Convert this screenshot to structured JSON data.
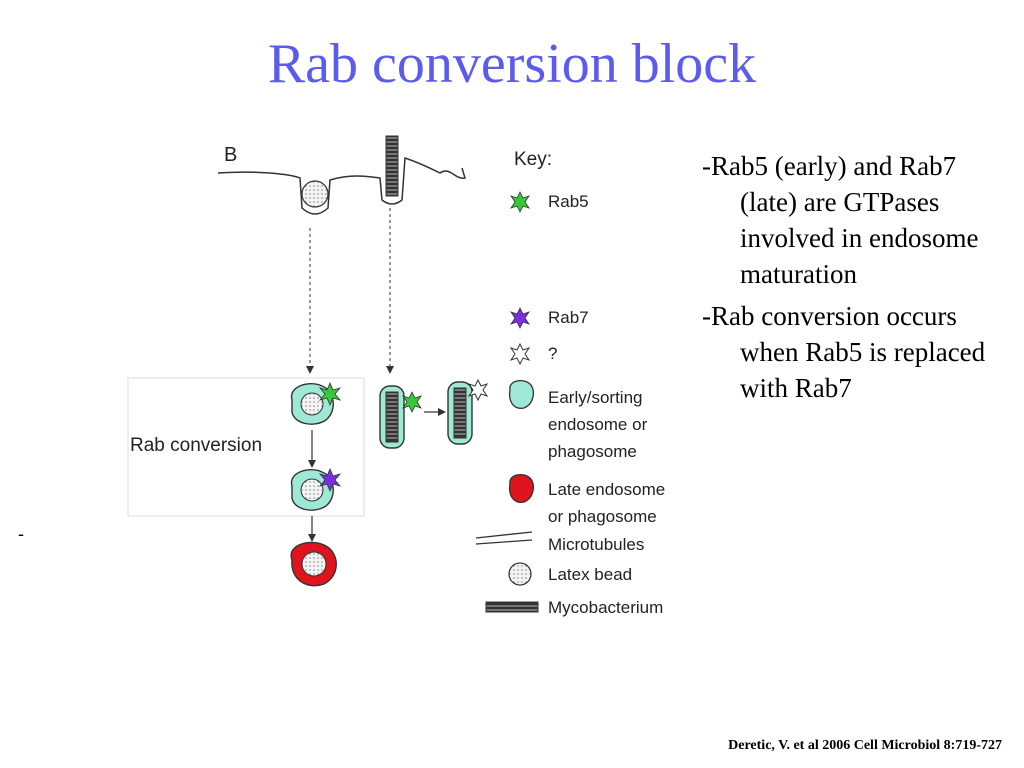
{
  "slide": {
    "title": "Rab conversion block",
    "stray_mark": "-"
  },
  "figure": {
    "panel_label": "B",
    "region_label": "Rab conversion",
    "key": {
      "title": "Key:",
      "items": [
        {
          "label": "Rab5",
          "icon": "star-green-icon",
          "color": "#36c93a"
        },
        {
          "label": "Rab7",
          "icon": "star-purple-icon",
          "color": "#7a2ee0"
        },
        {
          "label": "?",
          "icon": "star-outline-icon",
          "color": "#ffffff"
        },
        {
          "label": "Early/sorting",
          "icon": "early-endosome-icon",
          "color": "#9ee8d6"
        },
        {
          "label": "endosome or",
          "icon": "",
          "color": ""
        },
        {
          "label": "phagosome",
          "icon": "",
          "color": ""
        },
        {
          "label": "Late endosome",
          "icon": "late-endosome-icon",
          "color": "#e0141e"
        },
        {
          "label": "or phagosome",
          "icon": "",
          "color": ""
        },
        {
          "label": "Microtubules",
          "icon": "microtubules-icon",
          "color": "#333333"
        },
        {
          "label": "Latex bead",
          "icon": "latex-bead-icon",
          "color": "#dddddd"
        },
        {
          "label": "Mycobacterium",
          "icon": "mycobacterium-icon",
          "color": "#333333"
        }
      ]
    }
  },
  "bullets": [
    "-Rab5 (early) and Rab7 (late) are GTPases involved in endosome maturation",
    "-Rab conversion occurs when Rab5 is replaced with Rab7"
  ],
  "citation": "Deretic, V. et al 2006 Cell Microbiol 8:719-727"
}
